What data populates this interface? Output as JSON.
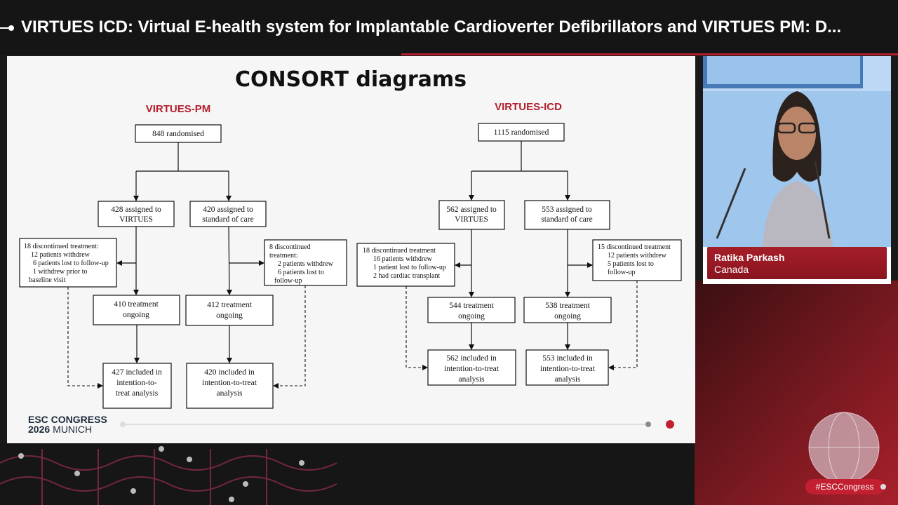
{
  "header": {
    "title": "VIRTUES ICD: Virtual E-health system for Implantable Cardioverter Defibrillators and VIRTUES PM: D..."
  },
  "slide": {
    "heading": "CONSORT diagrams",
    "pm": {
      "arm_title": "VIRTUES-PM",
      "randomised": "848 randomised",
      "assigned_virtues": [
        "428 assigned to",
        "VIRTUES"
      ],
      "assigned_soc": [
        "420 assigned to",
        "standard of care"
      ],
      "discontinued_left": [
        "18 discontinued treatment:",
        "12 patients withdrew",
        "6 patients lost to follow-up",
        "1 withdrew prior to",
        "baseline visit"
      ],
      "discontinued_right": [
        "8 discontinued",
        "treatment:",
        "2 patients withdrew",
        "6 patients lost to",
        "follow-up"
      ],
      "ongoing_virtues": [
        "410 treatment",
        "ongoing"
      ],
      "ongoing_soc": [
        "412 treatment",
        "ongoing"
      ],
      "itt_virtues": [
        "427 included in",
        "intention-to-",
        "treat analysis"
      ],
      "itt_soc": [
        "420 included in",
        "intention-to-treat",
        "analysis"
      ]
    },
    "icd": {
      "arm_title": "VIRTUES-ICD",
      "randomised": "1115 randomised",
      "assigned_virtues": [
        "562 assigned to",
        "VIRTUES"
      ],
      "assigned_soc": [
        "553 assigned to",
        "standard of care"
      ],
      "discontinued_left": [
        "18 discontinued treatment",
        "16 patients withdrew",
        "1 patient lost to follow-up",
        "2 had cardiac transplant"
      ],
      "discontinued_right": [
        "15 discontinued treatment",
        "12 patients withdrew",
        "5 patients lost to",
        "follow-up"
      ],
      "ongoing_virtues": [
        "544 treatment",
        "ongoing"
      ],
      "ongoing_soc": [
        "538 treatment",
        "ongoing"
      ],
      "itt_virtues": [
        "562 included in",
        "intention-to-treat",
        "analysis"
      ],
      "itt_soc": [
        "553 included in",
        "intention-to-treat",
        "analysis"
      ]
    },
    "logo": {
      "line1": "ESC CONGRESS",
      "line2_year": "2026",
      "line2_city": "MUNICH"
    }
  },
  "speaker": {
    "name": "Ratika Parkash",
    "country": "Canada"
  },
  "hashtag": "#ESCCongress",
  "colors": {
    "accent": "#b31e2c",
    "arm_title": "#b31e2c",
    "background": "#1a1a1a"
  }
}
